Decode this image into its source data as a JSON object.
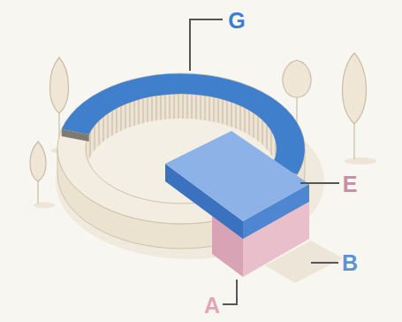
{
  "diagram": {
    "labels": [
      "G",
      "E",
      "B",
      "A"
    ]
  }
}
